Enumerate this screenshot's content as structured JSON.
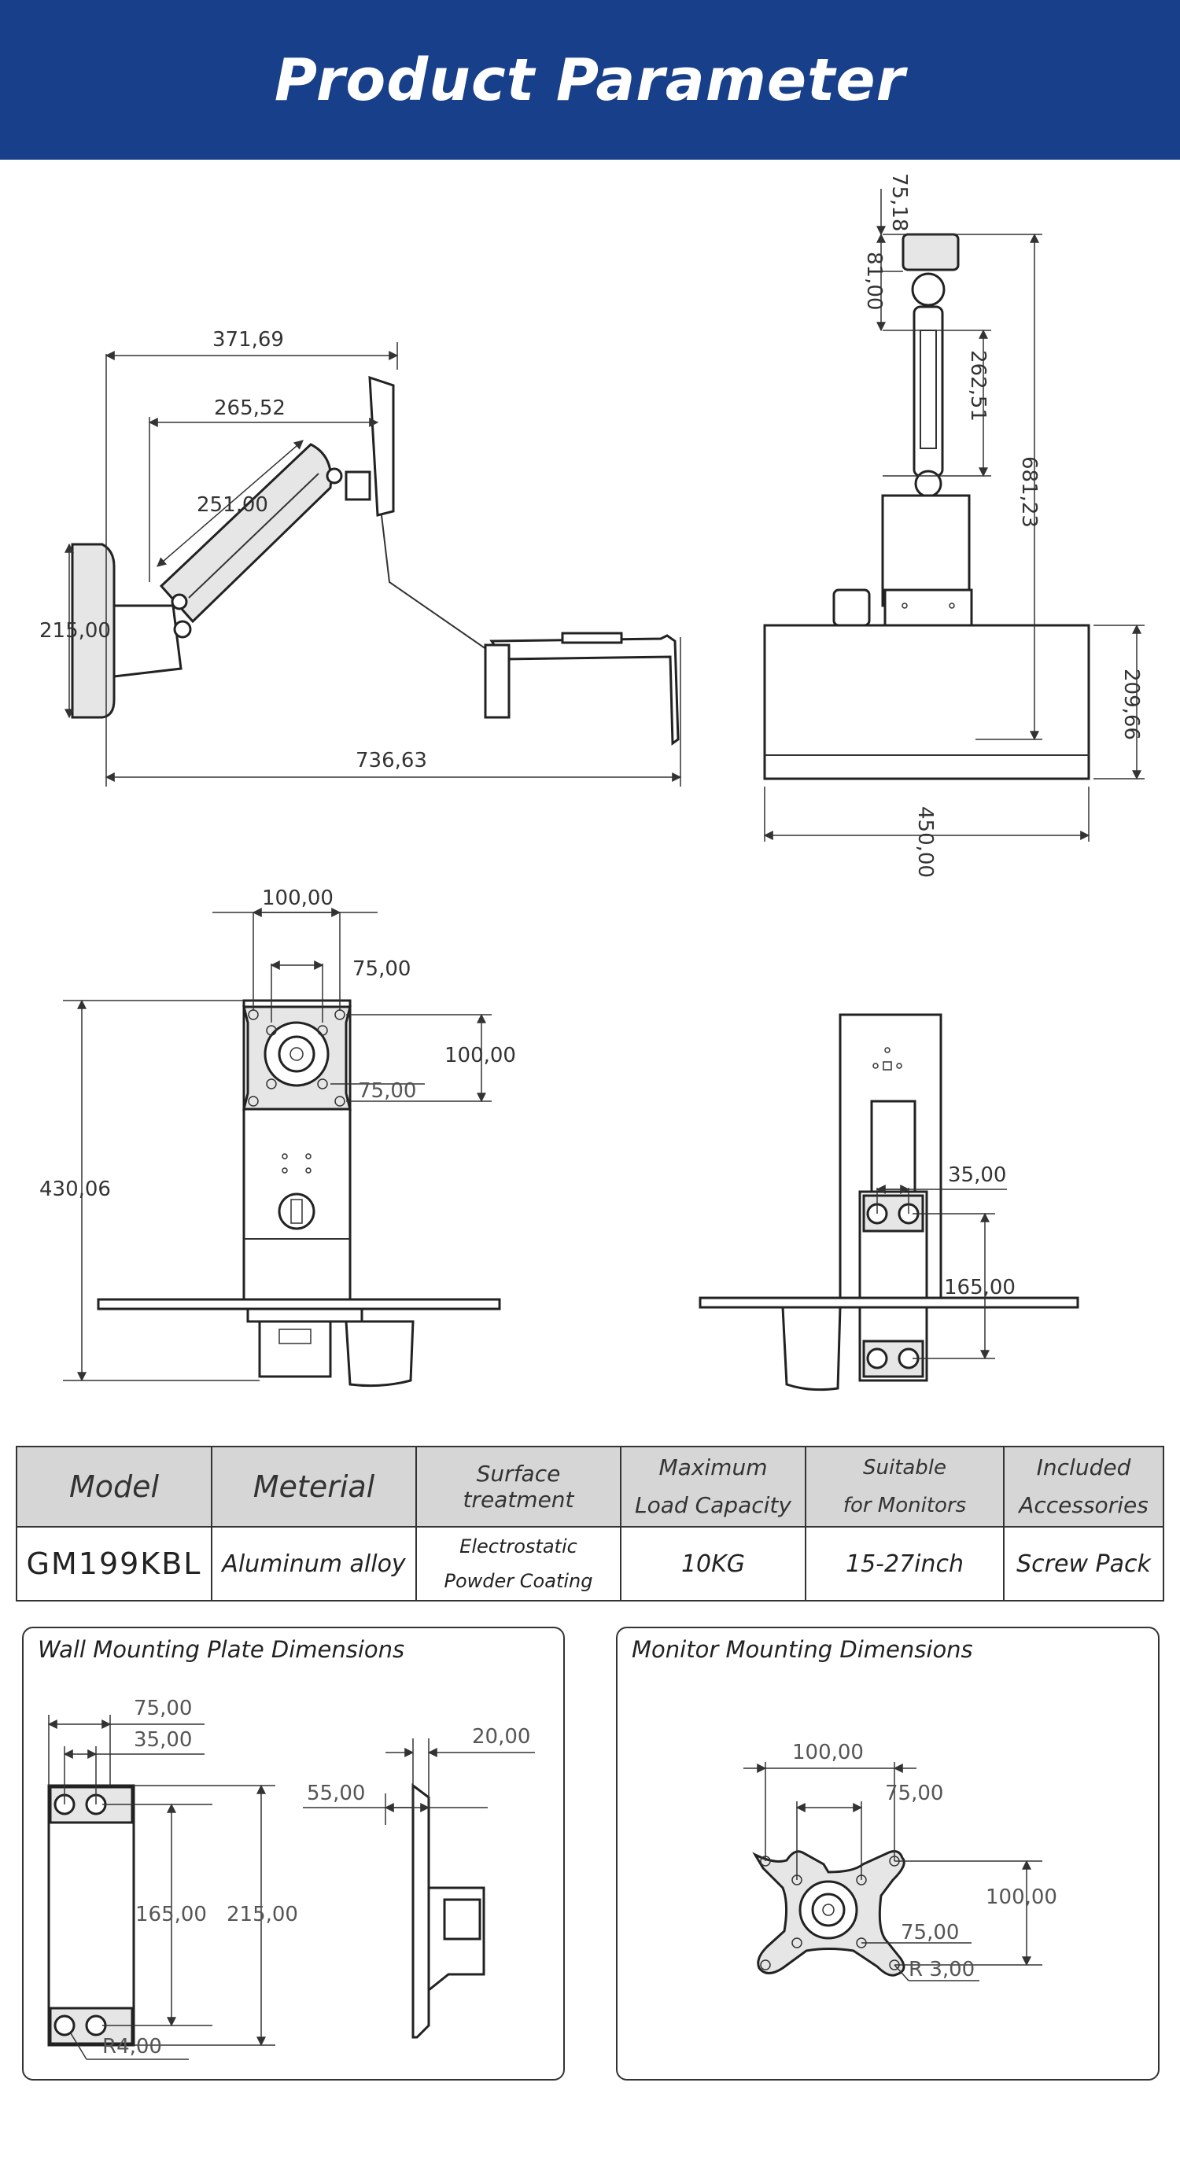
{
  "header": {
    "title": "Product Parameter"
  },
  "side_view": {
    "dim_overall_height": "371,69",
    "dim_arm_reach": "265,52",
    "dim_arm_length": "251,00",
    "dim_plate_height": "215,00",
    "dim_total_width": "736,63"
  },
  "top_view": {
    "dim_top_offset": "75,18",
    "dim_bracket": "81,00",
    "dim_arm_span": "262,51",
    "dim_total_depth": "681,23",
    "dim_tray_depth": "209,66",
    "dim_tray_width": "450,00"
  },
  "front_view": {
    "dim_vesa_outer": "100,00",
    "dim_vesa_inner": "75,00",
    "dim_vesa_outer_v": "100,00",
    "dim_vesa_inner_v": "75,00",
    "dim_column_height": "430,06"
  },
  "rear_view": {
    "dim_hole_spacing_h": "35,00",
    "dim_hole_spacing_v": "165,00"
  },
  "specs": {
    "headers": {
      "model": "Model",
      "material": "Meterial",
      "surface": "Surface treatment",
      "load_1": "Maximum",
      "load_2": "Load Capacity",
      "monitors_1": "Suitable",
      "monitors_2": "for Monitors",
      "accessories_1": "Included",
      "accessories_2": "Accessories"
    },
    "values": {
      "model": "GM199KBL",
      "material": "Aluminum alloy",
      "surface_1": "Electrostatic",
      "surface_2": "Powder Coating",
      "load": "10KG",
      "monitors": "15-27inch",
      "accessories": "Screw Pack"
    }
  },
  "wall_plate": {
    "title": "Wall Mounting Plate Dimensions",
    "dim_75": "75,00",
    "dim_35": "35,00",
    "dim_20": "20,00",
    "dim_55": "55,00",
    "dim_165": "165,00",
    "dim_215": "215,00",
    "dim_r4": "R4,00"
  },
  "monitor_mount": {
    "title": "Monitor Mounting Dimensions",
    "dim_100h": "100,00",
    "dim_75h": "75,00",
    "dim_100v": "100,00",
    "dim_75v": "75,00",
    "dim_r3": "R 3,00"
  }
}
